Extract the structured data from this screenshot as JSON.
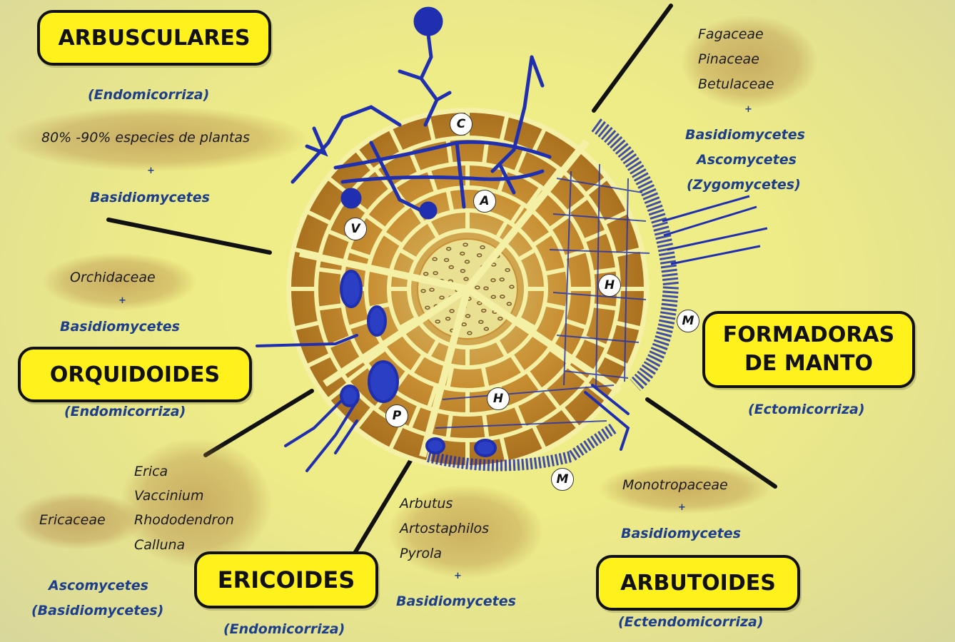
{
  "groups": {
    "arbusculares": {
      "title": "ARBUSCULARES",
      "type": "(Endomicorriza)",
      "text": "80% -90% especies de plantas",
      "plus": "+",
      "fungi": "Basidiomycetes"
    },
    "orquidoides": {
      "title": "ORQUIDOIDES",
      "type": "(Endomicorriza)",
      "plant": "Orchidaceae",
      "plus": "+",
      "fungi": "Basidiomycetes"
    },
    "ericoides": {
      "title": "ERICOIDES",
      "type": "(Endomicorriza)",
      "family": "Ericaceae",
      "genera": [
        "Erica",
        "Vaccinium",
        "Rhododendron",
        "Calluna"
      ],
      "fungi": [
        "Ascomycetes",
        "(Basidiomycetes)"
      ]
    },
    "arbutoides": {
      "title": "ARBUTOIDES",
      "type": "(Ectendomicorriza)",
      "genera": [
        "Arbutus",
        "Artostaphilos",
        "Pyrola"
      ],
      "plus": "+",
      "fungi": "Basidiomycetes",
      "plant2": "Monotropaceae",
      "plus2": "+",
      "fungi2": "Basidiomycetes"
    },
    "formadoras": {
      "title_line1": "FORMADORAS",
      "title_line2": "DE MANTO",
      "type": "(Ectomicorriza)",
      "plants": [
        "Fagaceae",
        "Pinaceae",
        "Betulaceae"
      ],
      "plus": "+",
      "fungi": [
        "Basidiomycetes",
        "Ascomycetes",
        "(Zygomycetes)"
      ]
    }
  },
  "markers": {
    "c": "C",
    "a": "A",
    "v": "V",
    "h1": "H",
    "h2": "H",
    "m1": "M",
    "m2": "M",
    "p": "P"
  },
  "colors": {
    "background": "#eeec86",
    "box_fill": "#fff21c",
    "cell_fill": "#c98d2e",
    "cell_wall": "#f3efa2",
    "hyphae": "#1f2fb0",
    "label_blue": "#1c3e8c"
  }
}
